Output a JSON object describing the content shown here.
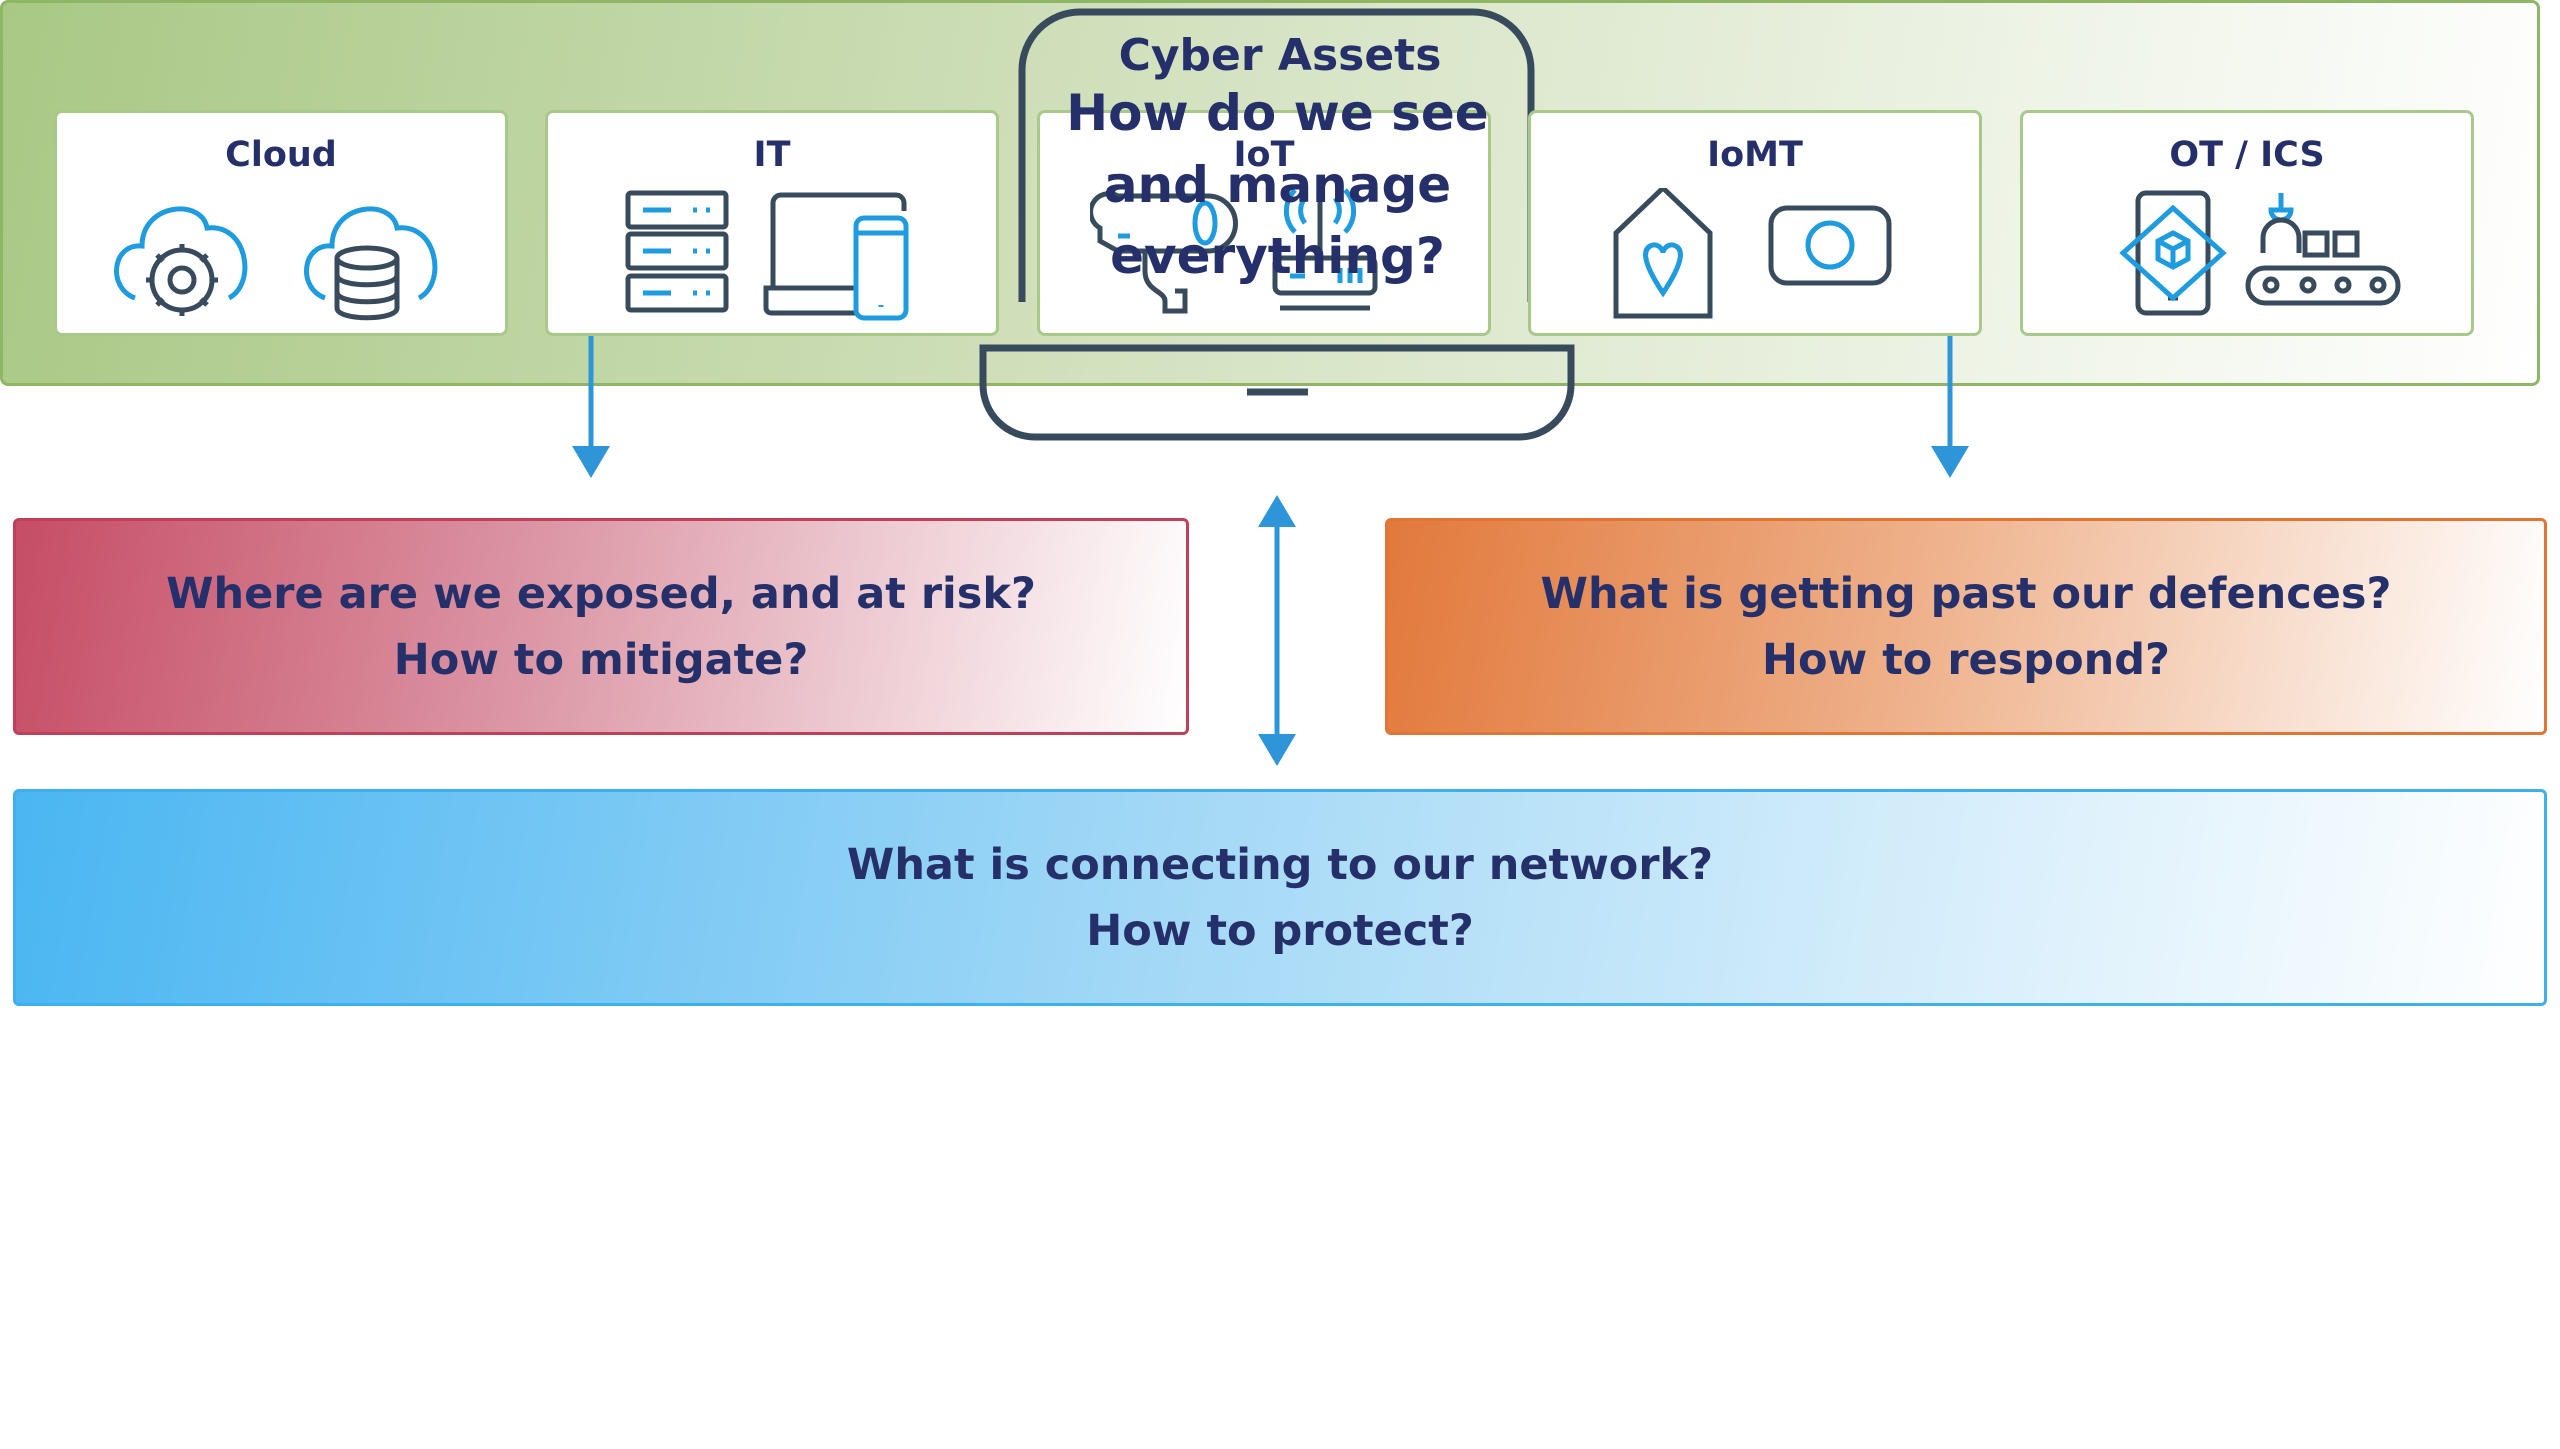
{
  "center": {
    "question": "How do we see and manage everything?",
    "lines": [
      "How do we see",
      "and manage",
      "everything?"
    ]
  },
  "exposure": {
    "line1": "Where are we exposed, and at risk?",
    "line2": "How to mitigate?"
  },
  "defences": {
    "line1": "What is getting past our defences?",
    "line2": "How to respond?"
  },
  "network": {
    "line1": "What is connecting to our network?",
    "line2": "How to protect?"
  },
  "assets": {
    "title": "Cyber Assets",
    "cards": [
      {
        "label": "Cloud",
        "icons": [
          "cloud-gear-icon",
          "cloud-database-icon"
        ]
      },
      {
        "label": "IT",
        "icons": [
          "server-rack-icon",
          "laptop-phone-icon"
        ]
      },
      {
        "label": "IoT",
        "icons": [
          "security-camera-icon",
          "wifi-router-icon"
        ]
      },
      {
        "label": "IoMT",
        "icons": [
          "house-heart-icon",
          "medical-device-icon"
        ]
      },
      {
        "label": "OT / ICS",
        "icons": [
          "tablet-cube-icon",
          "conveyor-robot-icon"
        ]
      }
    ]
  },
  "colors": {
    "text": "#25306b",
    "arrow": "#2e95d8",
    "outline": "#374b5c",
    "icon_accent": "#1f9be0",
    "red": "#c64d66",
    "orange": "#e2793c",
    "blue": "#4ab6f2",
    "green": "#a9c885"
  }
}
